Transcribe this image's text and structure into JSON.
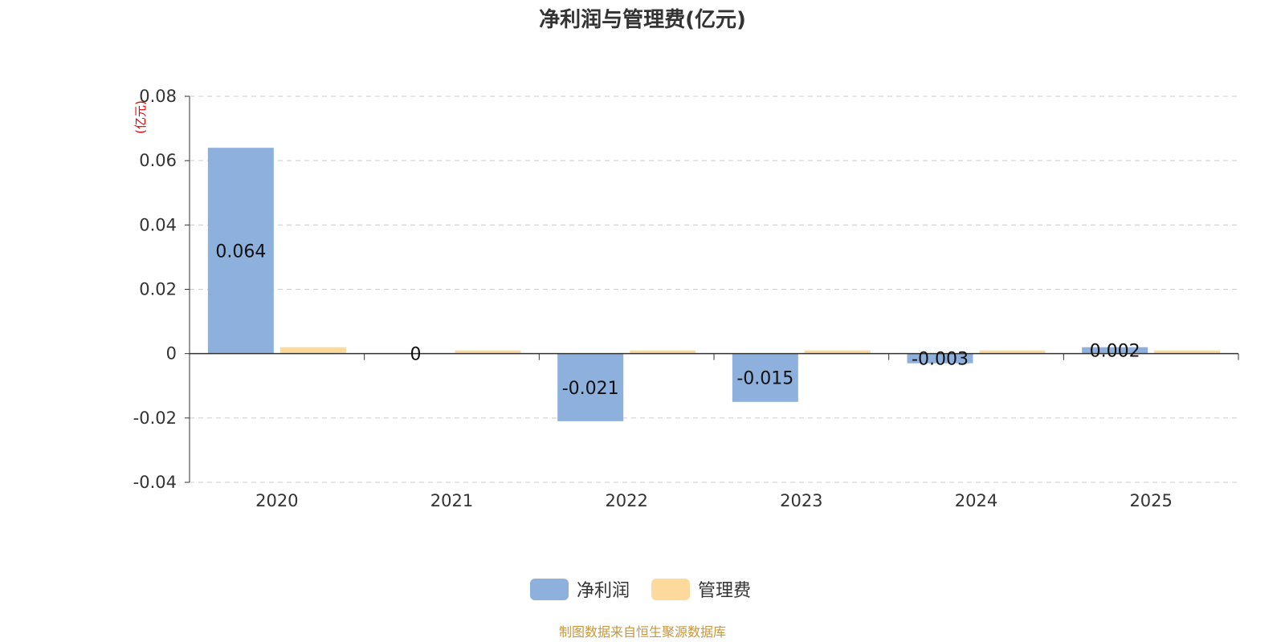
{
  "chart_data": {
    "type": "bar",
    "title": "净利润与管理费(亿元)",
    "ylabel": "(亿元)",
    "xlabel": "",
    "categories": [
      "2020",
      "2021",
      "2022",
      "2023",
      "2024",
      "2025"
    ],
    "series": [
      {
        "name": "净利润",
        "values": [
          0.064,
          0,
          -0.021,
          -0.015,
          -0.003,
          0.002
        ],
        "labels": [
          "0.064",
          "0",
          "-0.021",
          "-0.015",
          "-0.003",
          "0.002"
        ],
        "color": "#8eb0dc"
      },
      {
        "name": "管理费",
        "values": [
          0.002,
          0.001,
          0.001,
          0.001,
          0.001,
          0.001
        ],
        "color": "#fdd99b"
      }
    ],
    "ylim": [
      -0.04,
      0.08
    ],
    "yticks": [
      -0.04,
      -0.02,
      0,
      0.02,
      0.04,
      0.06,
      0.08
    ],
    "ytick_labels": [
      "-0.04",
      "-0.02",
      "0",
      "0.02",
      "0.04",
      "0.06",
      "0.08"
    ],
    "grid": true,
    "legend_position": "bottom-center"
  },
  "source_note": "制图数据来自恒生聚源数据库"
}
